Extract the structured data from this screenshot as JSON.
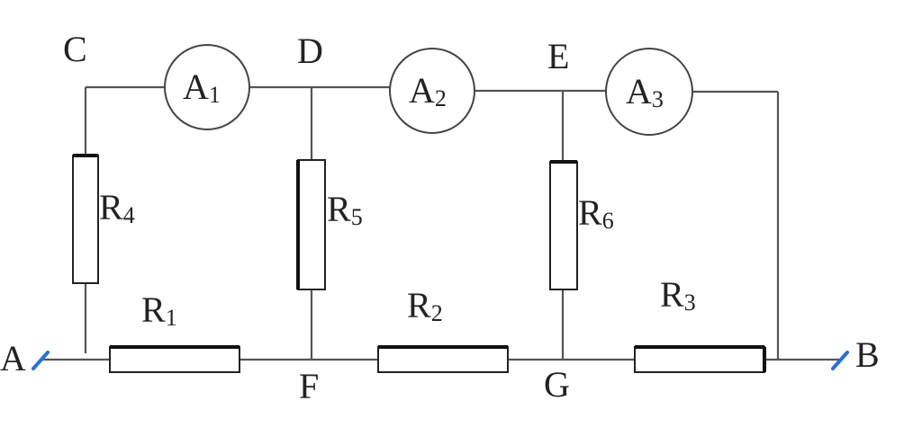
{
  "nodes": {
    "A": "A",
    "B": "B",
    "C": "C",
    "D": "D",
    "E": "E",
    "F": "F",
    "G": "G"
  },
  "ammeters": [
    {
      "letter": "A",
      "sub": "1"
    },
    {
      "letter": "A",
      "sub": "2"
    },
    {
      "letter": "A",
      "sub": "3"
    }
  ],
  "resistors": [
    {
      "letter": "R",
      "sub": "1"
    },
    {
      "letter": "R",
      "sub": "2"
    },
    {
      "letter": "R",
      "sub": "3"
    },
    {
      "letter": "R",
      "sub": "4"
    },
    {
      "letter": "R",
      "sub": "5"
    },
    {
      "letter": "R",
      "sub": "6"
    }
  ],
  "colors": {
    "wire": "#555555",
    "terminal": "#2a6fd6"
  }
}
